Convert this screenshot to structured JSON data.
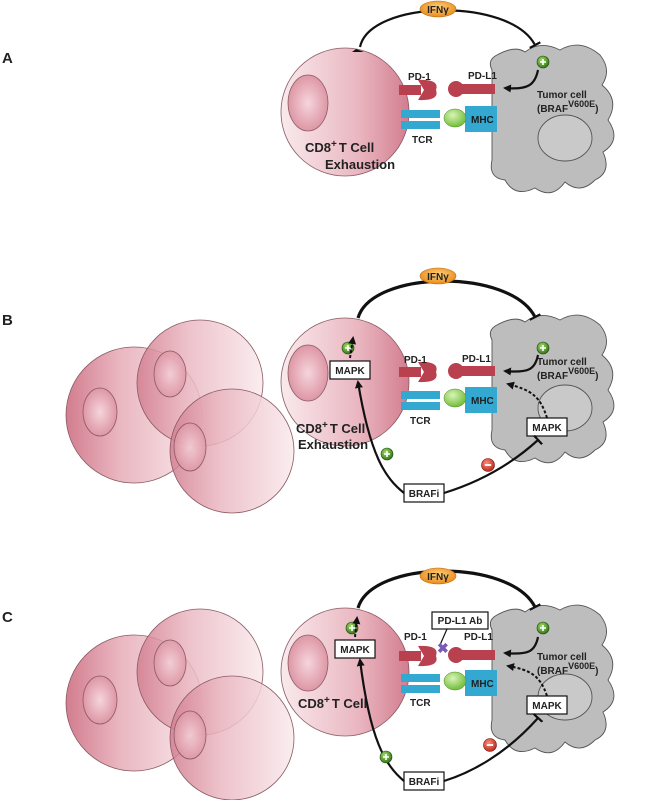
{
  "panels": [
    {
      "letter": "A",
      "ifn_label": "IFNγ",
      "pd1_label": "PD-1",
      "pdl1_label": "PD-L1",
      "tcr_label": "TCR",
      "mhc_label": "MHC",
      "tcell_label": "CD8",
      "tcell_label_sup": "+",
      "tcell_label_rest": "T Cell",
      "exhaustion_label": "Exhaustion",
      "tumor_label": "Tumor cell",
      "braf_label": "(BRAF",
      "braf_sup": "V600E",
      "braf_close": ")"
    },
    {
      "letter": "B",
      "ifn_label": "IFNγ",
      "pd1_label": "PD-1",
      "pdl1_label": "PD-L1",
      "tcr_label": "TCR",
      "mhc_label": "MHC",
      "tcell_label": "CD8",
      "tcell_label_sup": "+",
      "tcell_label_rest": "T Cell",
      "exhaustion_label": "Exhaustion",
      "tumor_label": "Tumor cell",
      "braf_label": "(BRAF",
      "braf_sup": "V600E",
      "braf_close": ")",
      "mapk_t_label": "MAPK",
      "mapk_tumor_label": "MAPK",
      "brafi_label": "BRAFi"
    },
    {
      "letter": "C",
      "ifn_label": "IFNγ",
      "pd1_label": "PD-1",
      "pdl1_label": "PD-L1",
      "tcr_label": "TCR",
      "mhc_label": "MHC",
      "tcell_label": "CD8",
      "tcell_label_sup": "+",
      "tcell_label_rest": "T Cell",
      "tumor_label": "Tumor cell",
      "braf_label": "(BRAF",
      "braf_sup": "V600E",
      "braf_close": ")",
      "mapk_t_label": "MAPK",
      "mapk_tumor_label": "MAPK",
      "brafi_label": "BRAFi",
      "pdl1ab_label": "PD-L1 Ab"
    }
  ],
  "colors": {
    "tcell_dark": "#d98a9a",
    "tcell_light": "#f7e4e8",
    "tumor_fill": "#bdbdbd",
    "receptor_red": "#b8404f",
    "tcr_blue": "#33a9d2",
    "antigen_green": "#8ed04f",
    "ifn_orange": "#f5a623",
    "plus_green": "#3a7a1c",
    "minus_red": "#d63a2c"
  }
}
